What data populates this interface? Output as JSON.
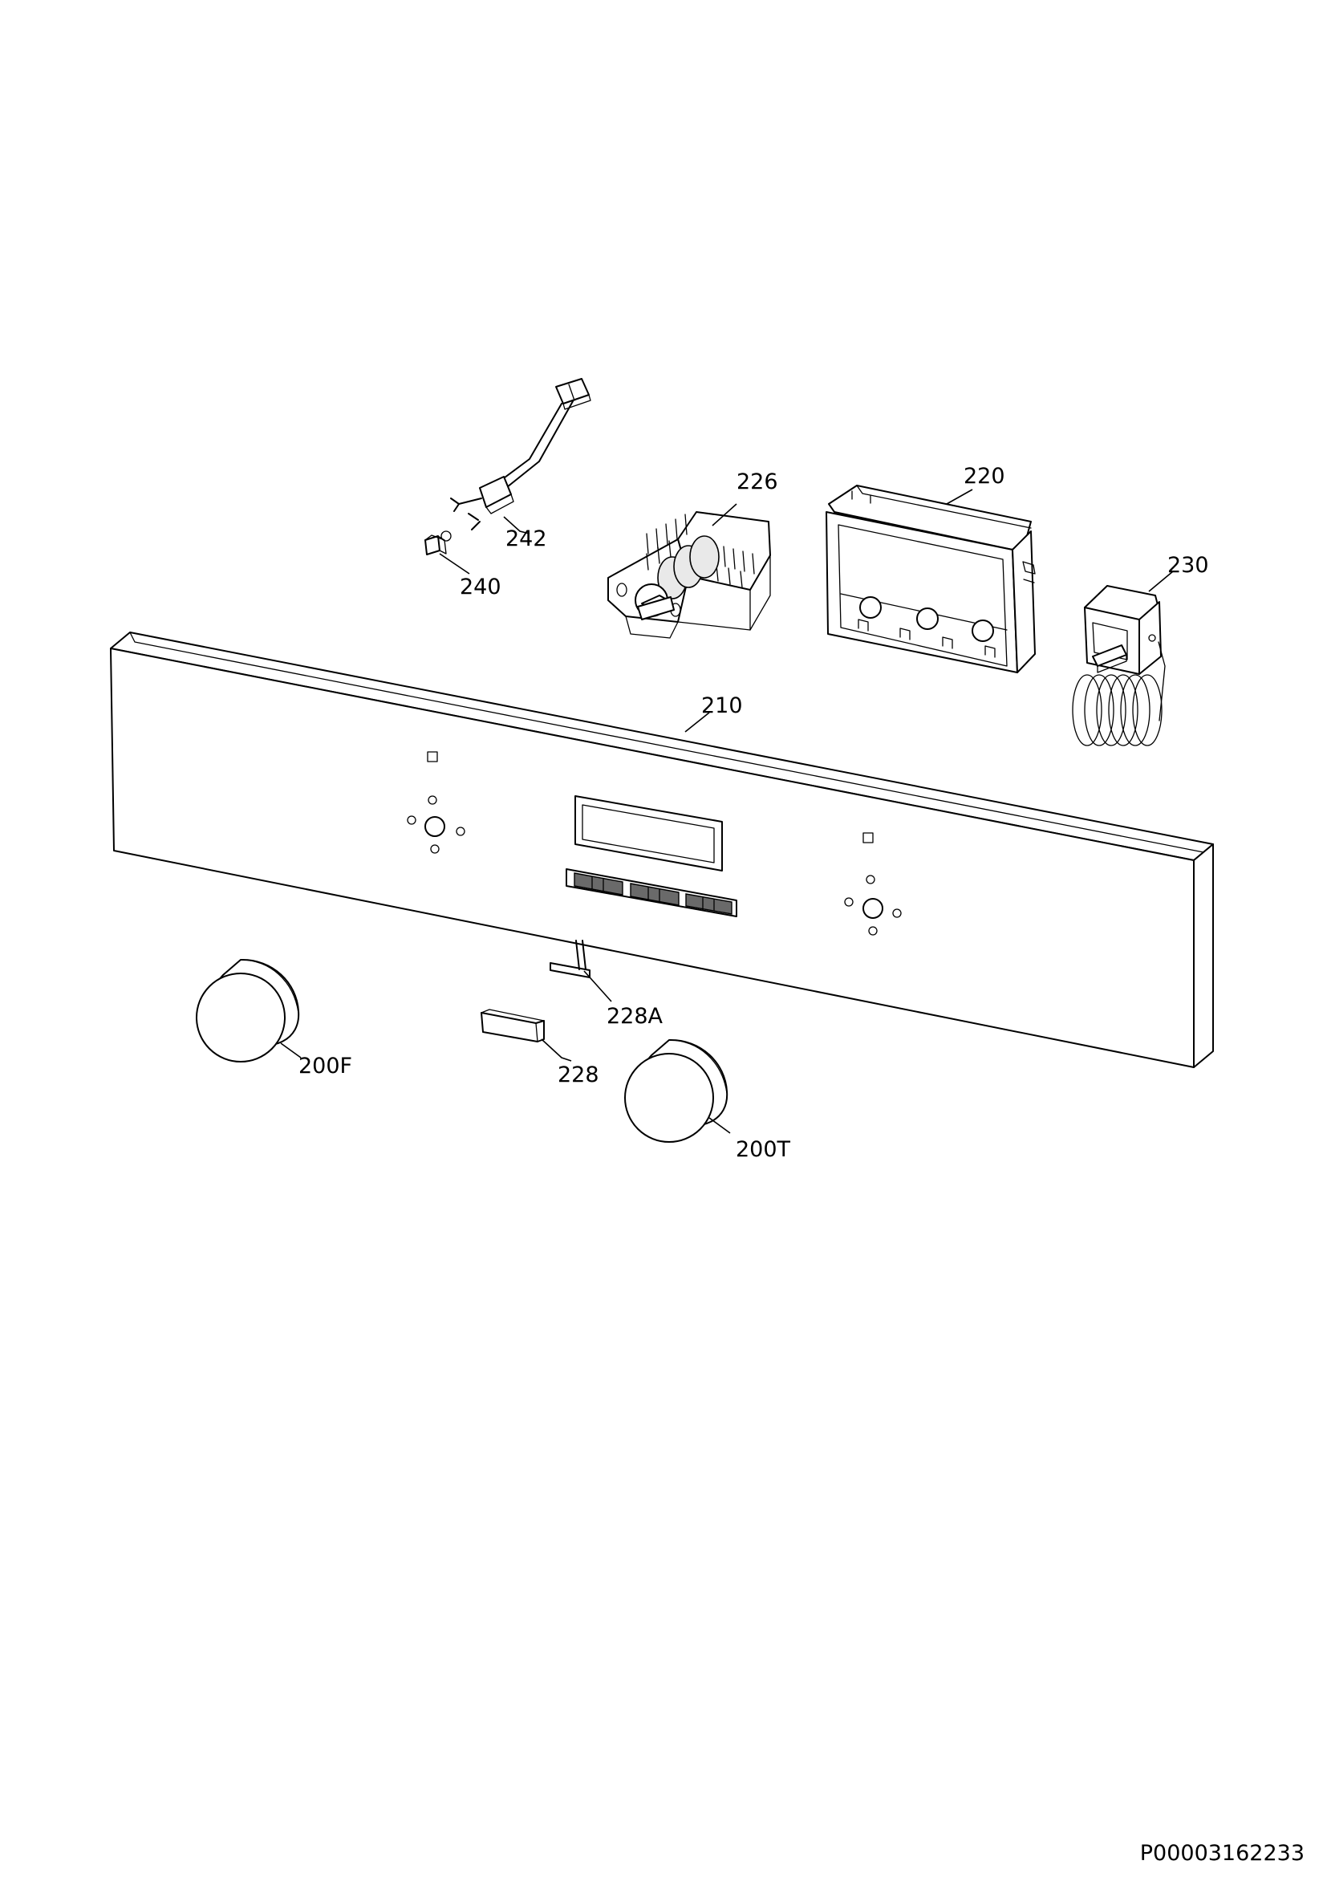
{
  "labels": {
    "wiring_harness": "242",
    "lamp_holder": "240",
    "selector_switch": "226",
    "module_housing": "220",
    "thermostat": "230",
    "control_panel": "210",
    "push_button": "228",
    "button_spring": "228A",
    "knob_function": "200F",
    "knob_thermostat": "200T"
  },
  "document_id": "P00003162233"
}
